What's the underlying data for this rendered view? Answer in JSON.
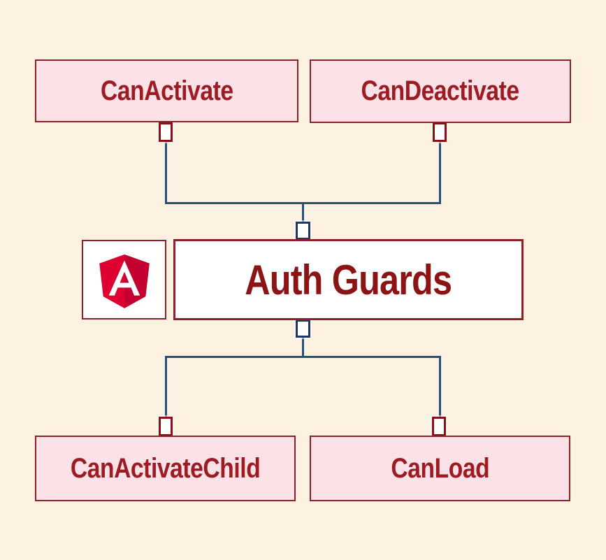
{
  "diagram": {
    "nodes": {
      "can_activate": {
        "label": "CanActivate"
      },
      "can_deactivate": {
        "label": "CanDeactivate"
      },
      "auth_guards": {
        "label": "Auth Guards"
      },
      "can_activate_child": {
        "label": "CanActivateChild"
      },
      "can_load": {
        "label": "CanLoad"
      }
    },
    "icons": {
      "angular_logo": "angular-shield-logo"
    },
    "colors": {
      "bg": "#fdf2e1",
      "node_fill_pink": "#fce2e7",
      "node_fill_white": "#ffffff",
      "node_border": "#911f28",
      "port_border_red": "#8c1016",
      "port_border_blue": "#1f3864",
      "line": "#25517b",
      "label_text": "#9e1b24",
      "title_text": "#8d1414",
      "angular_red": "#dd0031",
      "angular_dark_red": "#c3002f"
    }
  }
}
